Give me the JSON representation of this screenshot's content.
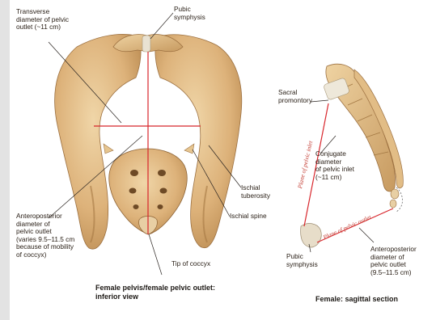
{
  "left_figure": {
    "labels": {
      "transverse_diameter": "Transverse\ndiameter of pelvic\noutlet (~11 cm)",
      "pubic_symphysis": "Pubic\nsymphysis",
      "ischial_tuberosity": "Ischial\ntuberosity",
      "ischial_spine": "Ischial spine",
      "anteroposterior_diameter": "Anteroposterior\ndiameter of\npelvic outlet\n(varies 9.5–11.5 cm\nbecause of mobility\nof coccyx)",
      "tip_of_coccyx": "Tip of coccyx"
    },
    "caption": "Female pelvis/female pelvic outlet:\ninferior view"
  },
  "right_figure": {
    "labels": {
      "sacral_promontory": "Sacral\npromontory",
      "conjugate_diameter": "Conjugate\ndiameter\nof pelvic inlet\n(~11 cm)",
      "pubic_symphysis": "Pubic\nsymphysis",
      "anteroposterior_diameter": "Anteroposterior\ndiameter of\npelvic outlet\n(9.5–11.5 cm)"
    },
    "plane_labels": {
      "pelvic_inlet": "Plane of pelvic inlet",
      "pelvic_outlet": "Plane of pelvic outlet"
    },
    "caption": "Female: sagittal section"
  },
  "colors": {
    "bone": "#e4c08c",
    "bone_shadow": "#b98a52",
    "measure_line": "#d8262c",
    "leader_line": "#2a2420",
    "background_side": "#e3e3e3"
  }
}
